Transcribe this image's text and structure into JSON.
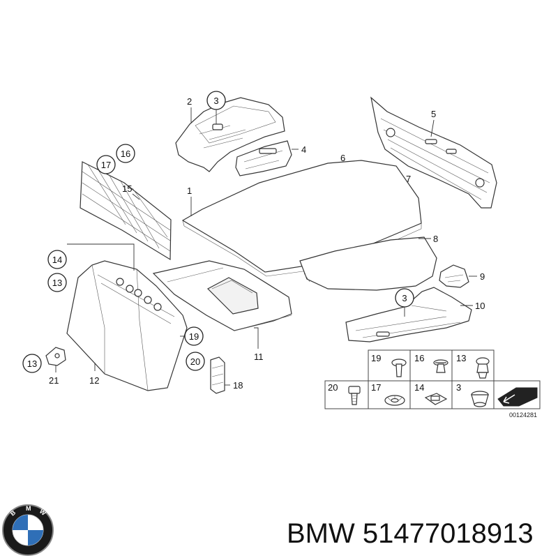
{
  "callouts": {
    "c1": "1",
    "c2": "2",
    "c3a": "3",
    "c3b": "3",
    "c4": "4",
    "c5": "5",
    "c6": "6",
    "c7": "7",
    "c8": "8",
    "c9": "9",
    "c10": "10",
    "c11": "11",
    "c12": "12",
    "c13a": "13",
    "c13b": "13",
    "c14": "14",
    "c15": "15",
    "c16": "16",
    "c17": "17",
    "c18": "18",
    "c19": "19",
    "c20": "20",
    "c21": "21"
  },
  "fastener_table": {
    "row1": [
      "19",
      "16",
      "13"
    ],
    "row2": [
      "20",
      "17",
      "14",
      "3"
    ]
  },
  "diagram_code": "00124281",
  "brand": {
    "logo_letters": "BMW",
    "caption": "BMW 51477018913"
  }
}
